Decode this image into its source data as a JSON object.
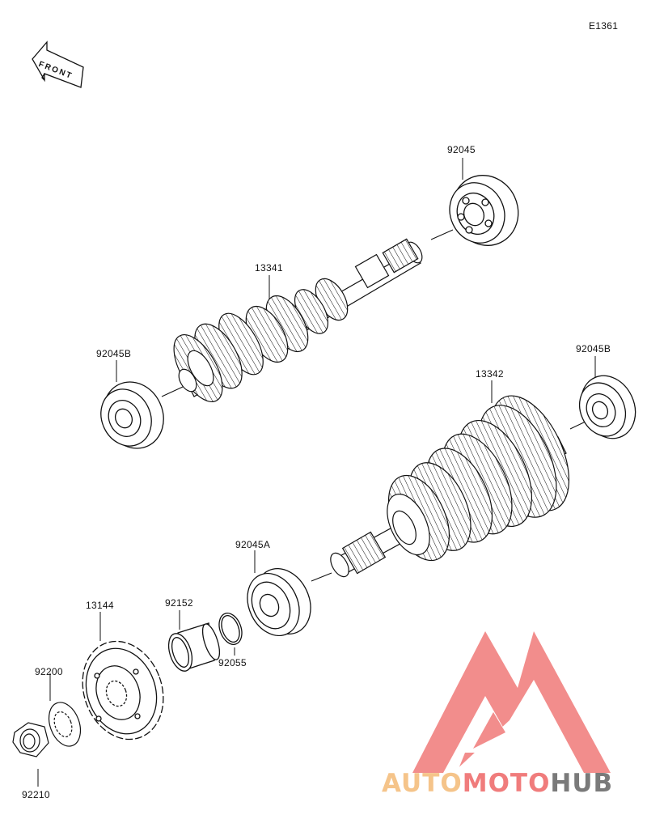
{
  "diagram_code": "E1361",
  "front_label": "FRONT",
  "parts": {
    "shaft_13341": "13341",
    "shaft_13342": "13342",
    "bearing_92045": "92045",
    "bearing_92045B_left": "92045B",
    "bearing_92045B_right": "92045B",
    "bearing_92045A": "92045A",
    "sprocket_13144": "13144",
    "collar_92152": "92152",
    "oring_92055": "92055",
    "washer_92200": "92200",
    "nut_92210": "92210"
  },
  "watermark": {
    "part1": "AUTO",
    "part2": "MOTO",
    "part3": "HUB",
    "color1": "#f5c48a",
    "color2": "#f07c7c",
    "color3": "#7a7a7a",
    "logo_color": "#f07a78"
  }
}
